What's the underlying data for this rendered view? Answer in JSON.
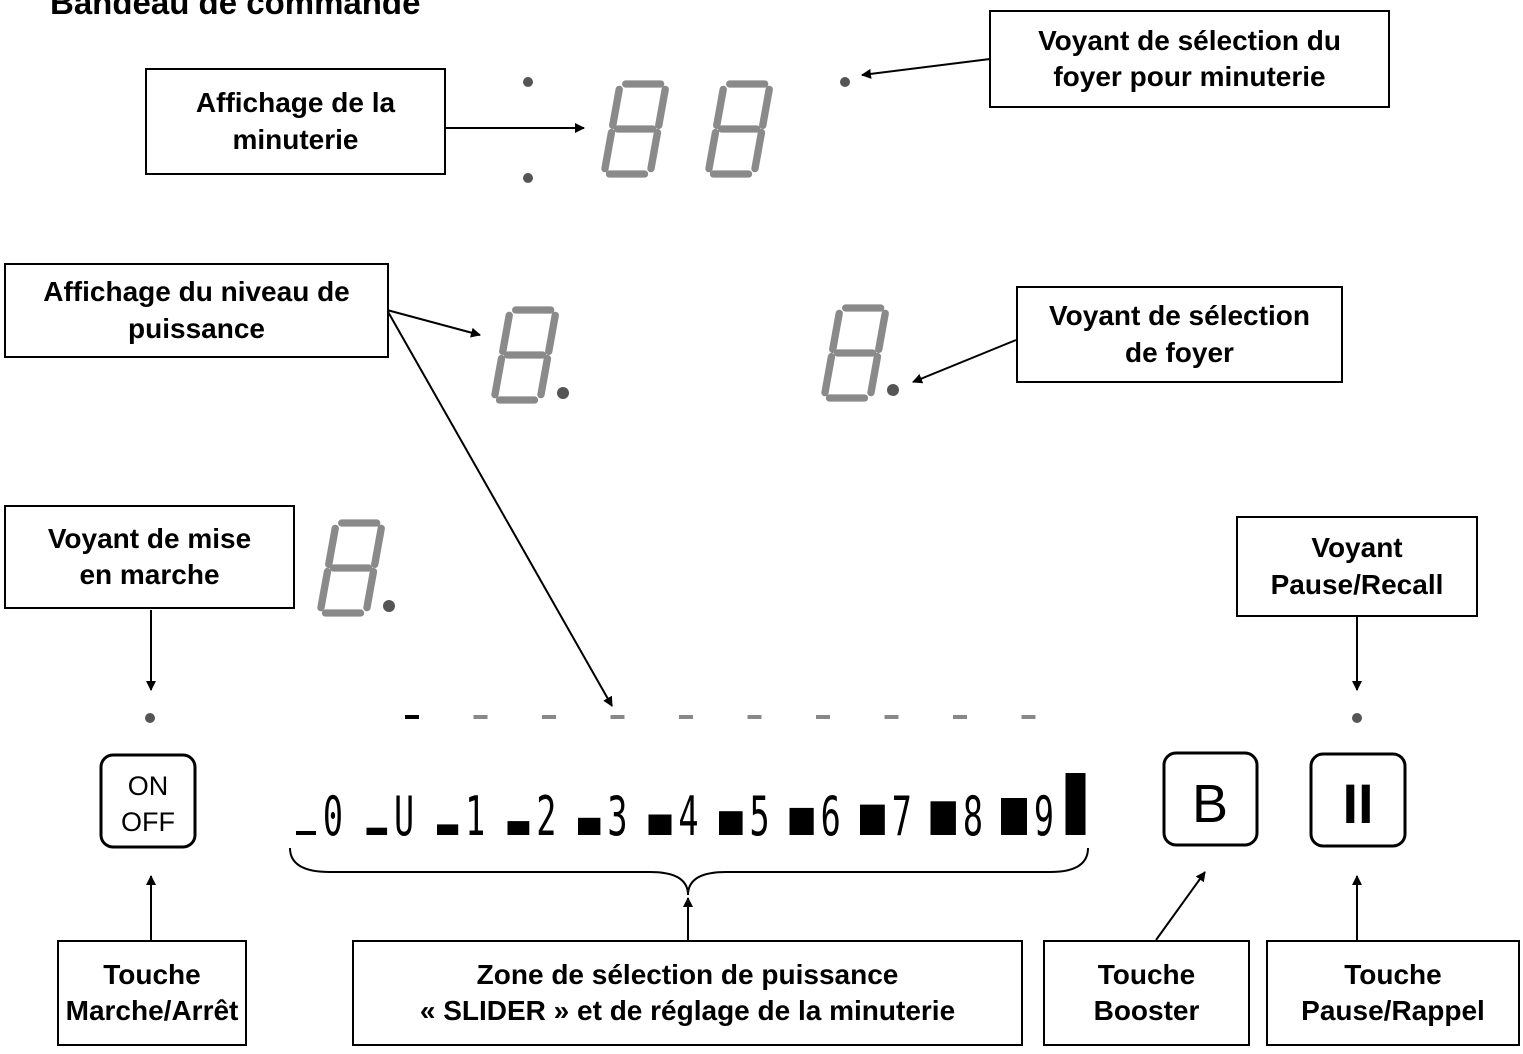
{
  "title": "Bandeau de commande",
  "callouts": {
    "timer_display": "Affichage de la\nminuterie",
    "timer_zone_led": "Voyant de sélection du\nfoyer pour minuterie",
    "power_display": "Affichage du niveau de\npuissance",
    "zone_led": "Voyant de sélection\nde foyer",
    "power_on_led": "Voyant de mise\nen marche",
    "pause_led": "Voyant\nPause/Recall",
    "onoff_key": "Touche\nMarche/Arrêt",
    "slider_zone": "Zone de sélection de puissance\n« SLIDER » et de réglage de la minuterie",
    "booster_key": "Touche\nBooster",
    "pause_key": "Touche\nPause/Rappel"
  },
  "buttons": {
    "onoff_top": "ON",
    "onoff_bottom": "OFF",
    "booster": "B",
    "pause": "II"
  },
  "slider_labels": [
    "0",
    "U",
    "1",
    "2",
    "3",
    "4",
    "5",
    "6",
    "7",
    "8",
    "9"
  ],
  "colors": {
    "segment": "#8a8a8a",
    "ink": "#000000",
    "led": "#555555"
  }
}
